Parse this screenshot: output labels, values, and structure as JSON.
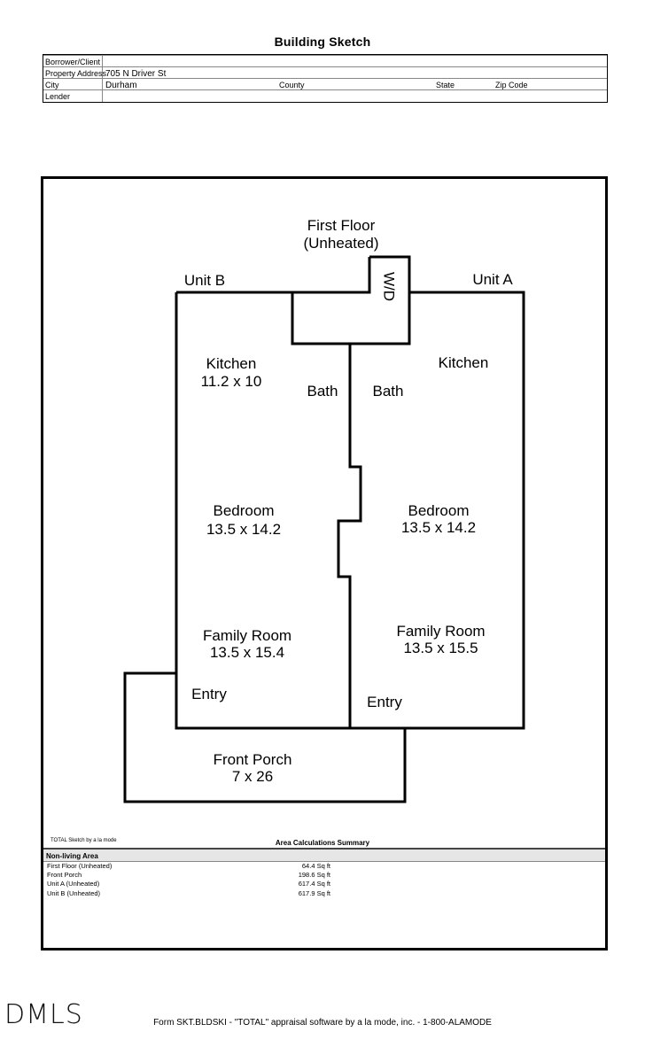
{
  "doc": {
    "title": "Building Sketch"
  },
  "header": {
    "borrower_label": "Borrower/Client",
    "borrower_value": "",
    "address_label": "Property Address",
    "address_value": "705 N Driver St",
    "city_label": "City",
    "city_value": "Durham",
    "county_label": "County",
    "state_label": "State",
    "zip_label": "Zip Code",
    "lender_label": "Lender"
  },
  "sketch": {
    "first_floor_title": "First Floor",
    "first_floor_sub": "(Unheated)",
    "unit_b": "Unit B",
    "unit_a": "Unit A",
    "wd": "W/D",
    "rooms": [
      {
        "name": "Kitchen",
        "dims": "11.2 x 10"
      },
      {
        "name": "Kitchen",
        "dims": ""
      },
      {
        "name": "Bath",
        "dims": ""
      },
      {
        "name": "Bath",
        "dims": ""
      },
      {
        "name": "Bedroom",
        "dims": "13.5 x 14.2"
      },
      {
        "name": "Bedroom",
        "dims": "13.5 x 14.2"
      },
      {
        "name": "Family Room",
        "dims": "13.5 x 15.4"
      },
      {
        "name": "Family Room",
        "dims": "13.5 x 15.5"
      },
      {
        "name": "Entry",
        "dims": ""
      },
      {
        "name": "Entry",
        "dims": ""
      },
      {
        "name": "Front Porch",
        "dims": "7 x 26"
      }
    ]
  },
  "summary": {
    "software_note": "TOTAL Sketch by a la mode",
    "title": "Area Calculations Summary",
    "section": "Non-living Area",
    "rows": [
      {
        "name": "First Floor (Unheated)",
        "value": "64.4 Sq ft"
      },
      {
        "name": "Front Porch",
        "value": "198.6 Sq ft"
      },
      {
        "name": "Unit A (Unheated)",
        "value": "617.4 Sq ft"
      },
      {
        "name": "Unit B (Unheated)",
        "value": "617.9 Sq ft"
      }
    ]
  },
  "footer": {
    "form_text": "Form SKT.BLDSKI - \"TOTAL\" appraisal software by a la mode, inc. - 1-800-ALAMODE",
    "watermark": "DMLS"
  }
}
